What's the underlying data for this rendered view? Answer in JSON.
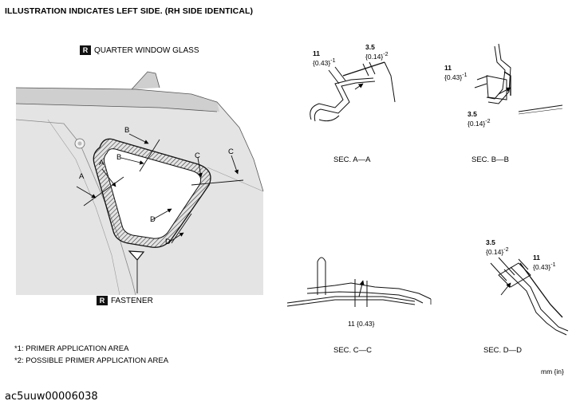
{
  "header": {
    "title": "ILLUSTRATION INDICATES LEFT SIDE. (RH SIDE IDENTICAL)"
  },
  "labels": {
    "quarter": {
      "badge": "R",
      "text": "QUARTER WINDOW GLASS"
    },
    "fastener": {
      "badge": "R",
      "text": "FASTENER"
    }
  },
  "markers": {
    "a": "A",
    "b": "B",
    "c": "C",
    "d": "D"
  },
  "sections": {
    "aa": {
      "label": "SEC. A—A",
      "dim1_val": "11",
      "dim1_sub": "{0.43}",
      "dim1_ref": "-1",
      "dim2_val": "3.5",
      "dim2_sub": "{0.14}",
      "dim2_ref": "-2"
    },
    "bb": {
      "label": "SEC. B—B",
      "dim1_val": "11",
      "dim1_sub": "{0.43}",
      "dim1_ref": "-1",
      "dim2_val": "3.5",
      "dim2_sub": "{0.14}",
      "dim2_ref": "-2"
    },
    "cc": {
      "label": "SEC. C—C",
      "dim1": "11 {0.43}"
    },
    "dd": {
      "label": "SEC. D—D",
      "dim1_val": "11",
      "dim1_sub": "{0.43}",
      "dim1_ref": "-1",
      "dim2_val": "3.5",
      "dim2_sub": "{0.14}",
      "dim2_ref": "-2"
    }
  },
  "notes": [
    "*1:  PRIMER APPLICATION AREA",
    "*2:  POSSIBLE PRIMER APPLICATION AREA"
  ],
  "unit": "mm {in}",
  "code": "ac5uuw00006038"
}
